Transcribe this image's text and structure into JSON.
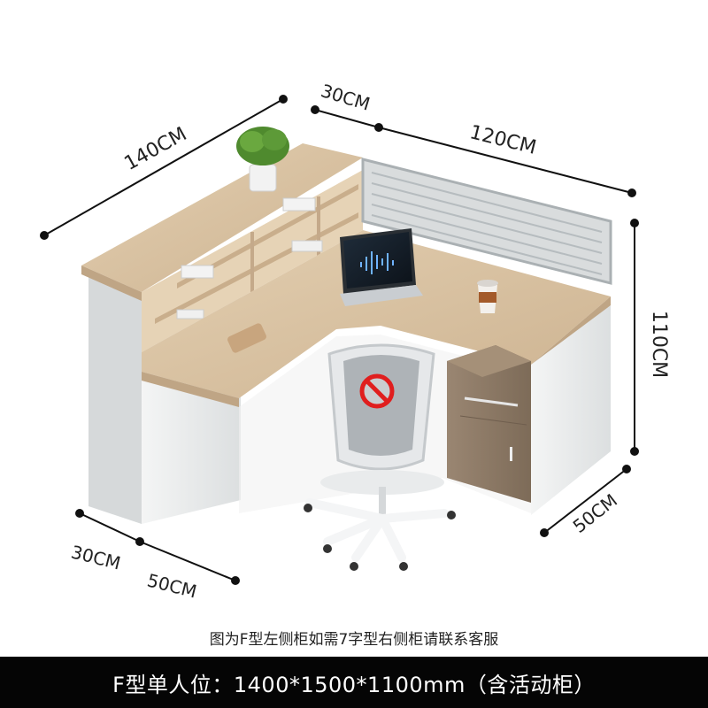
{
  "dimensions": {
    "shelf_depth": "30CM",
    "total_length": "140CM",
    "return_length": "120CM",
    "height": "110CM",
    "pedestal_depth_right": "50CM",
    "left_cabinet_depth": "30CM",
    "left_desk_depth": "50CM"
  },
  "caption": "图为F型左侧柜如需7字型右侧柜请联系客服",
  "banner": "F型单人位：1400*1500*1100mm（含活动柜）",
  "colors": {
    "wood": "#d8c3a4",
    "white_panel": "#eceeee",
    "pedestal": "#8d7a66",
    "banner_bg": "#050505"
  },
  "icons": {
    "no_sign": "prohibited-sign-icon"
  }
}
